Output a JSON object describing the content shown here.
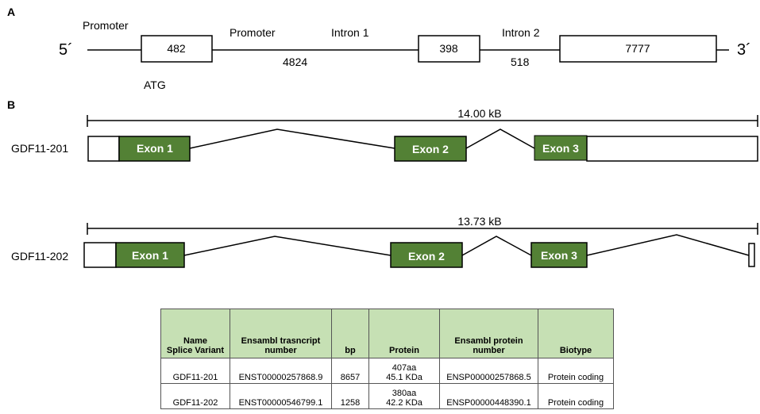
{
  "panel_a": {
    "label": "A",
    "five_prime": "5´",
    "three_prime": "3´",
    "promoter_left": "Promoter",
    "promoter_mid": "Promoter",
    "intron1": "Intron 1",
    "intron2": "Intron 2",
    "atg": "ATG",
    "box1": "482",
    "box2": "398",
    "box3": "7777",
    "len_4824": "4824",
    "len_518": "518"
  },
  "panel_b": {
    "label": "B",
    "variant1": {
      "name": "GDF11-201",
      "length": "14.00 kB",
      "exons": [
        "Exon 1",
        "Exon 2",
        "Exon 3"
      ]
    },
    "variant2": {
      "name": "GDF11-202",
      "length": "13.73 kB",
      "exons": [
        "Exon 1",
        "Exon 2",
        "Exon 3"
      ]
    }
  },
  "table": {
    "headers": [
      "Name\nSplice Variant",
      "Ensambl trasncript\nnumber",
      "bp",
      "Protein",
      "Ensambl protein\nnumber",
      "Biotype"
    ],
    "rows": [
      [
        "GDF11-201",
        "ENST00000257868.9",
        "8657",
        "407aa\n45.1 KDa",
        "ENSP00000257868.5",
        "Protein coding"
      ],
      [
        "GDF11-202",
        "ENST00000546799.1",
        "1258",
        "380aa\n42.2 KDa",
        "ENSP00000448390.1",
        "Protein coding"
      ]
    ]
  },
  "colors": {
    "exon_fill": "#538135",
    "header_fill": "#c6e0b4"
  }
}
